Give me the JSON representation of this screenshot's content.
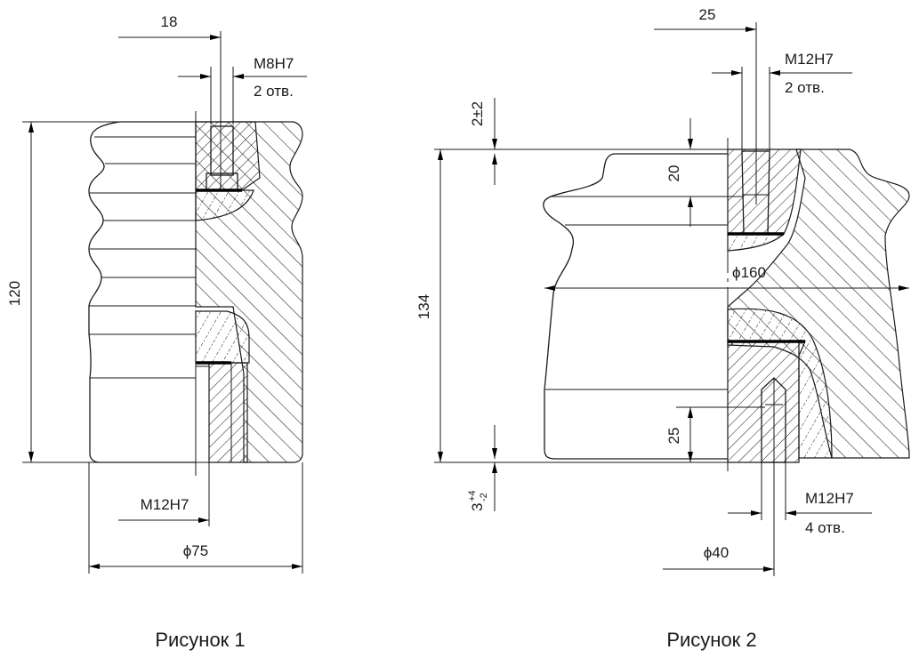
{
  "figure1": {
    "caption": "Рисунок 1",
    "dims": {
      "offset": "18",
      "top_thread": "M8H7",
      "top_holes": "2 отв.",
      "height": "120",
      "bottom_thread": "M12H7",
      "diameter": "ϕ75"
    }
  },
  "figure2": {
    "caption": "Рисунок 2",
    "dims": {
      "offset": "25",
      "top_thread": "M12H7",
      "top_holes": "2 отв.",
      "top_gap": "2±2",
      "top_depth": "20",
      "height": "134",
      "diameter": "ϕ160",
      "bottom_depth": "25",
      "bottom_gap_base": "3",
      "bottom_gap_upper": "+4",
      "bottom_gap_lower": "-2",
      "bottom_thread": "M12H7",
      "bottom_holes": "4 отв.",
      "bolt_circle": "ϕ40"
    }
  }
}
